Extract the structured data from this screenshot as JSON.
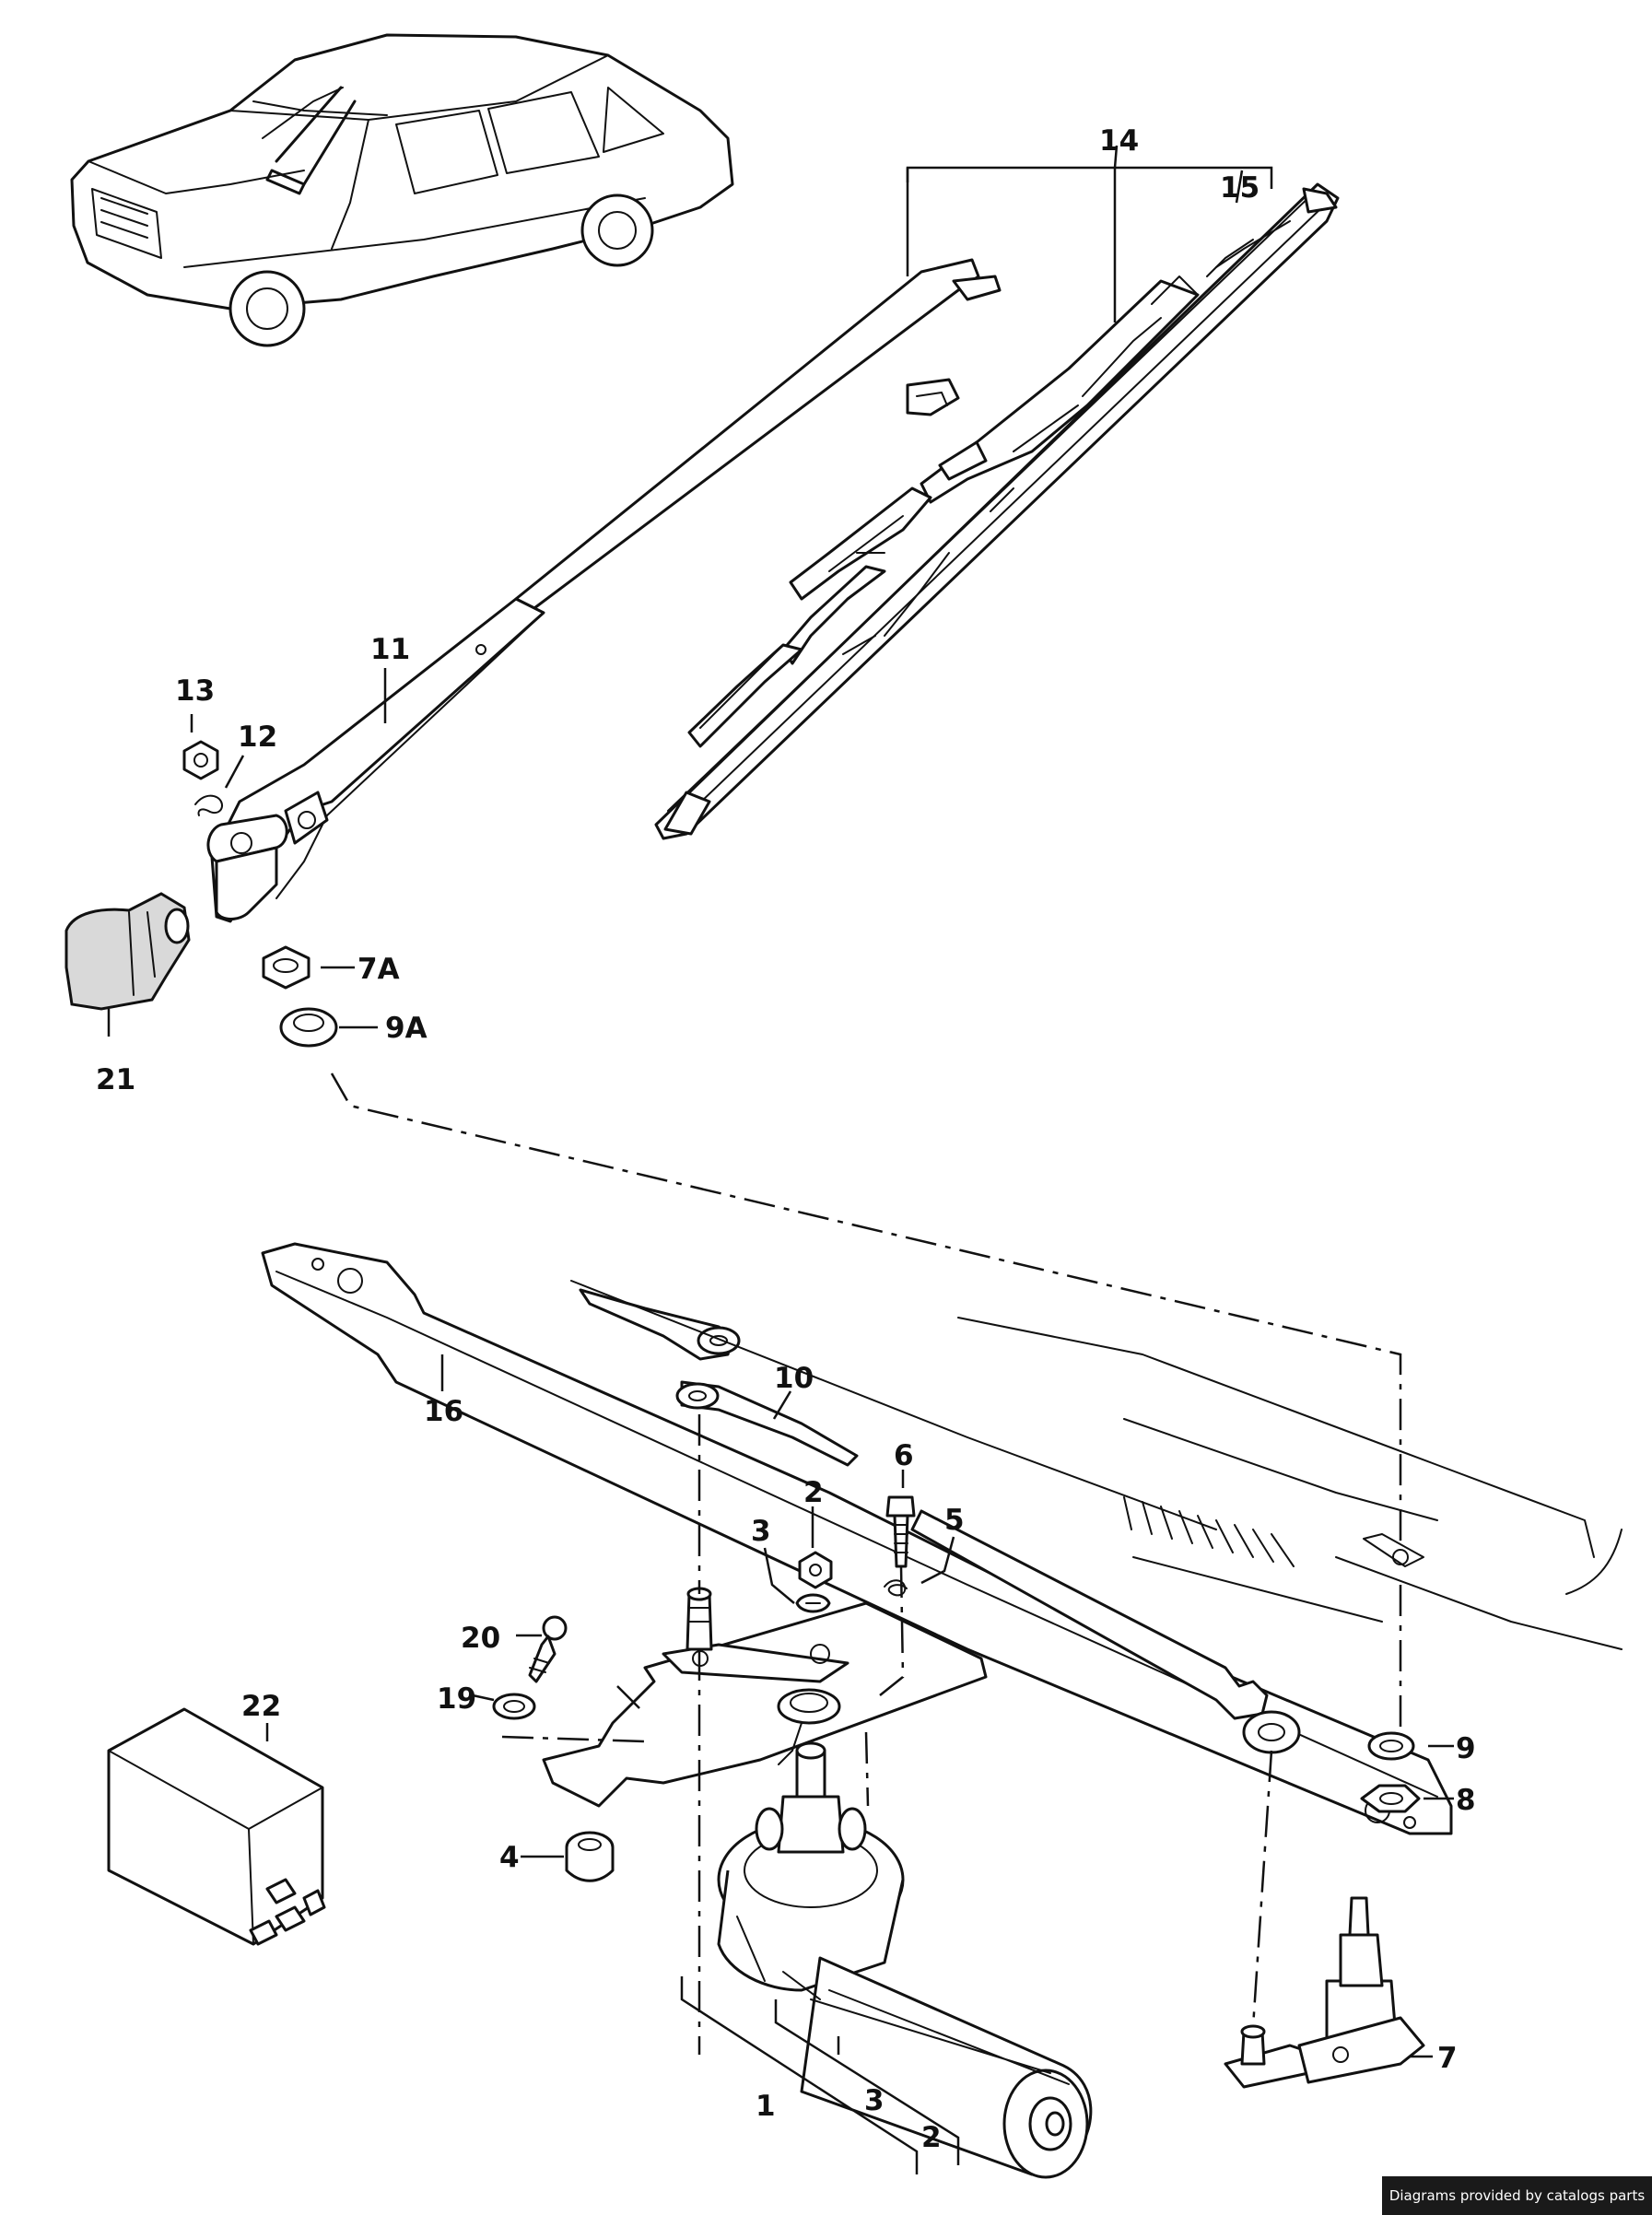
{
  "callouts": {
    "c1": "1",
    "c2a": "2",
    "c2b": "2",
    "c3a": "3",
    "c3b": "3",
    "c4": "4",
    "c5": "5",
    "c6": "6",
    "c7": "7",
    "c7A": "7A",
    "c8": "8",
    "c9": "9",
    "c9A": "9A",
    "c10": "10",
    "c11": "11",
    "c12": "12",
    "c13": "13",
    "c14": "14",
    "c15": "15",
    "c16": "16",
    "c19": "19",
    "c20": "20",
    "c21": "21",
    "c22": "22"
  },
  "footer": {
    "credit": "Diagrams provided by catalogs parts"
  }
}
